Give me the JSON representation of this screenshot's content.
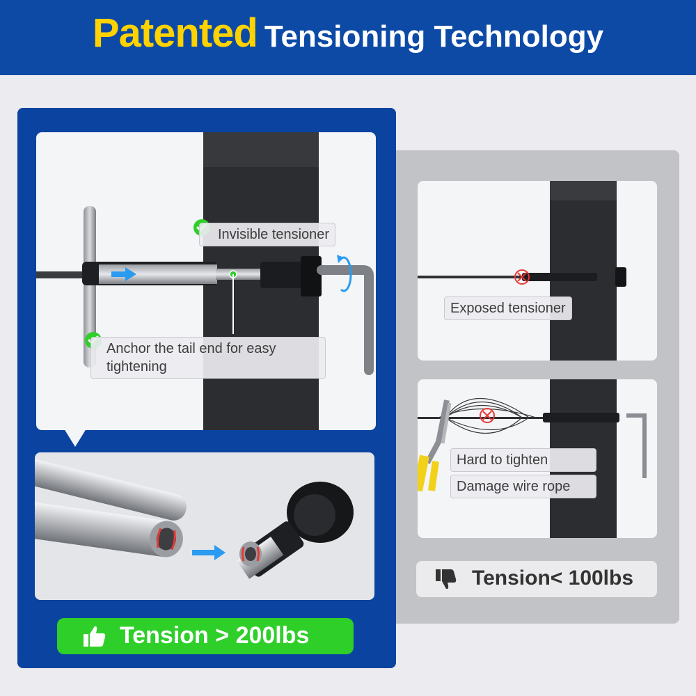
{
  "header": {
    "title_accent": "Patented",
    "title_rest": "Tensioning Technology"
  },
  "good": {
    "callout_invisible": "Invisible tensioner",
    "callout_anchor_line1": "Anchor the tail end for easy",
    "callout_anchor_line2": "tightening",
    "tension": "Tension > 200lbs"
  },
  "bad": {
    "callout_exposed": "Exposed tensioner",
    "callout_hard": "Hard to tighten",
    "callout_damage": "Damage wire rope",
    "tension": "Tension< 100lbs"
  },
  "icons": {
    "check": "check-circle-icon",
    "cross": "cross-circle-icon",
    "thumbs_up": "thumbs-up-icon",
    "thumbs_down": "thumbs-down-icon",
    "rotate": "rotate-arrow-icon"
  },
  "colors": {
    "brand_blue": "#0c4aa6",
    "accent_yellow": "#ffd200",
    "good_green": "#2fcf2a",
    "bad_red": "#e53935",
    "arrow_blue": "#2a9bf0"
  }
}
